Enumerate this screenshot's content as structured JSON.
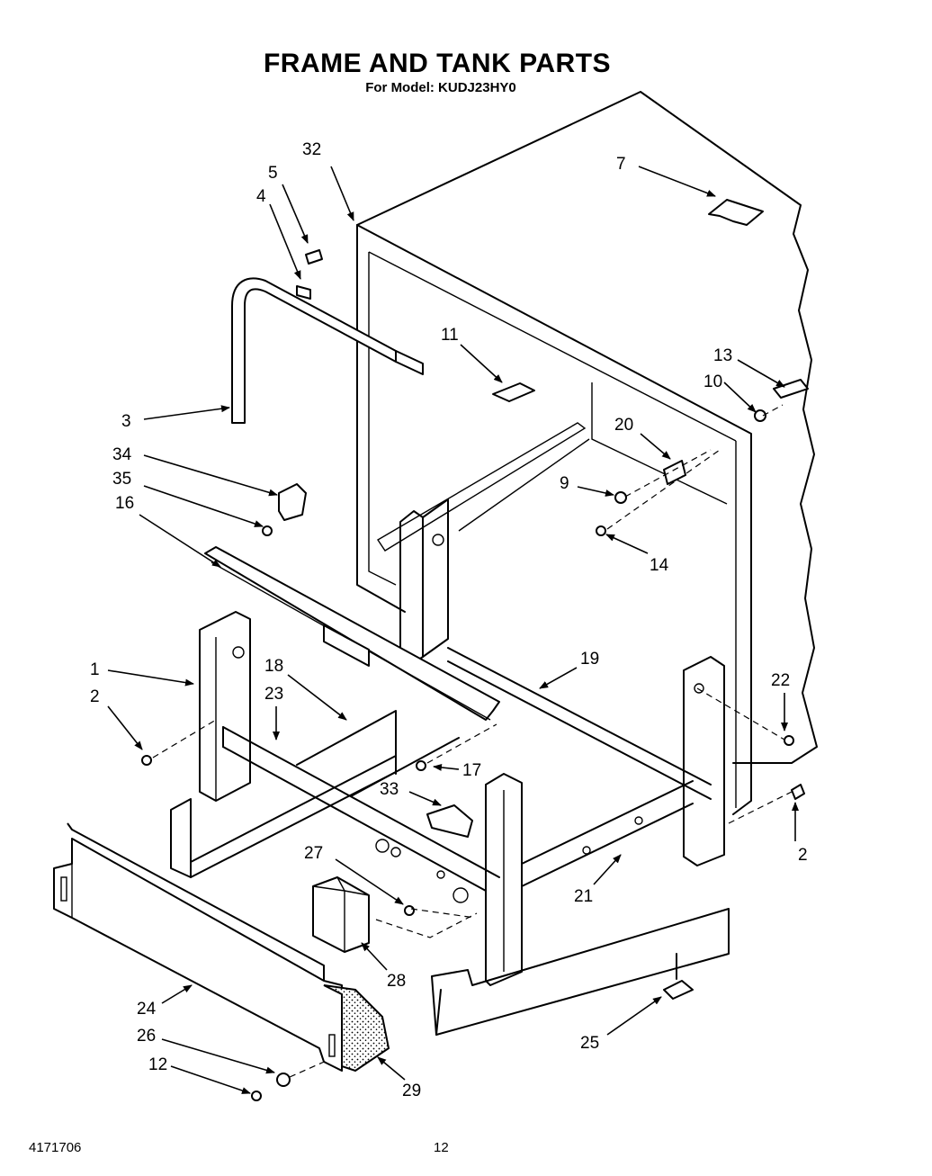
{
  "title": "FRAME AND TANK PARTS",
  "subtitle": "For Model: KUDJ23HY0",
  "footer": {
    "doc_number": "4171706",
    "page_number": "12"
  },
  "part_labels": {
    "p1": "1",
    "p2a": "2",
    "p2b": "2",
    "p3": "3",
    "p4": "4",
    "p5": "5",
    "p7": "7",
    "p9": "9",
    "p10": "10",
    "p11": "11",
    "p12": "12",
    "p13": "13",
    "p14": "14",
    "p16": "16",
    "p17": "17",
    "p18": "18",
    "p19": "19",
    "p20": "20",
    "p21": "21",
    "p22": "22",
    "p23": "23",
    "p24": "24",
    "p25": "25",
    "p26": "26",
    "p27": "27",
    "p28": "28",
    "p29": "29",
    "p32": "32",
    "p33": "33",
    "p34": "34",
    "p35": "35"
  }
}
